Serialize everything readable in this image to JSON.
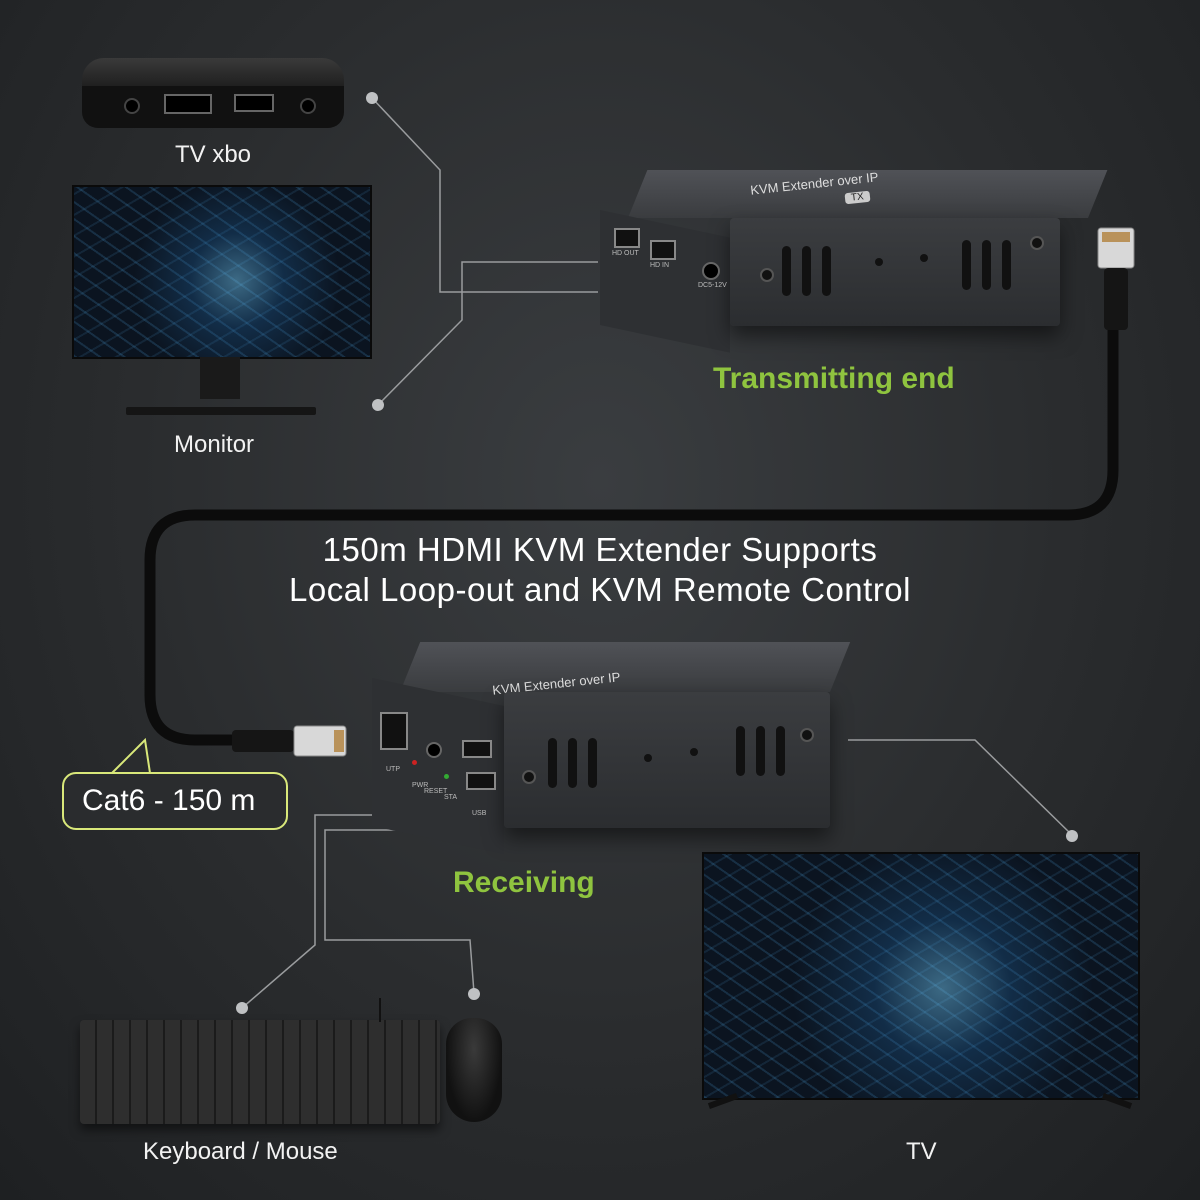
{
  "headline": {
    "line1": "150m HDMI KVM Extender Supports",
    "line2": "Local Loop-out and KVM Remote Control"
  },
  "labels": {
    "tv_box": "TV xbo",
    "monitor": "Monitor",
    "transmitting": "Transmitting end",
    "receiving": "Receiving",
    "keyboard_mouse": "Keyboard / Mouse",
    "tv": "TV",
    "cable": "Cat6 - 150 m"
  },
  "device": {
    "title": "KVM Extender over IP",
    "badge": "TX",
    "tx_ports": [
      "HD OUT",
      "HD IN",
      "DC5-12V"
    ],
    "rx_ports": [
      "UTP",
      "PWR",
      "RESET",
      "STA",
      "USB"
    ]
  },
  "colors": {
    "accent_green": "#8fc43f",
    "callout_border": "#d9e87a",
    "background": "#2a2c2e"
  }
}
